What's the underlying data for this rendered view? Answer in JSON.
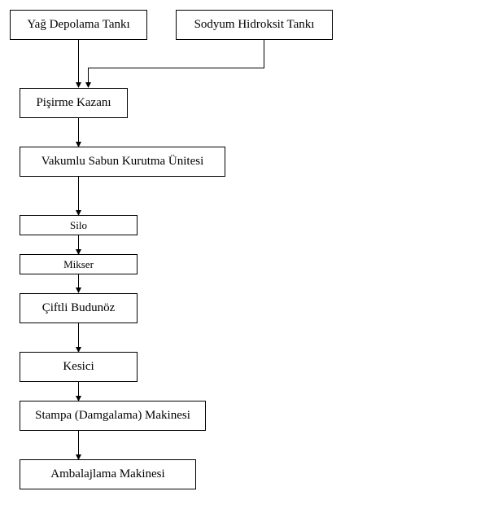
{
  "nodes": {
    "oil_tank": "Yağ Depolama Tankı",
    "naoh_tank": "Sodyum Hidroksit Tankı",
    "cooking_kettle": "Pişirme Kazanı",
    "vacuum_dryer": "Vakumlu Sabun Kurutma Ünitesi",
    "silo": "Silo",
    "mixer": "Mikser",
    "double_plodder": "Çiftli Budunöz",
    "cutter": "Kesici",
    "stamping_machine": "Stampa (Damgalama) Makinesi",
    "packaging_machine": "Ambalajlama Makinesi"
  },
  "edges": [
    {
      "from": "oil_tank",
      "to": "cooking_kettle"
    },
    {
      "from": "naoh_tank",
      "to": "cooking_kettle"
    },
    {
      "from": "cooking_kettle",
      "to": "vacuum_dryer"
    },
    {
      "from": "vacuum_dryer",
      "to": "silo"
    },
    {
      "from": "silo",
      "to": "mixer"
    },
    {
      "from": "mixer",
      "to": "double_plodder"
    },
    {
      "from": "double_plodder",
      "to": "cutter"
    },
    {
      "from": "cutter",
      "to": "stamping_machine"
    },
    {
      "from": "stamping_machine",
      "to": "packaging_machine"
    }
  ],
  "colors": {
    "line": "#000000",
    "box_border": "#000000",
    "background": "#ffffff"
  }
}
